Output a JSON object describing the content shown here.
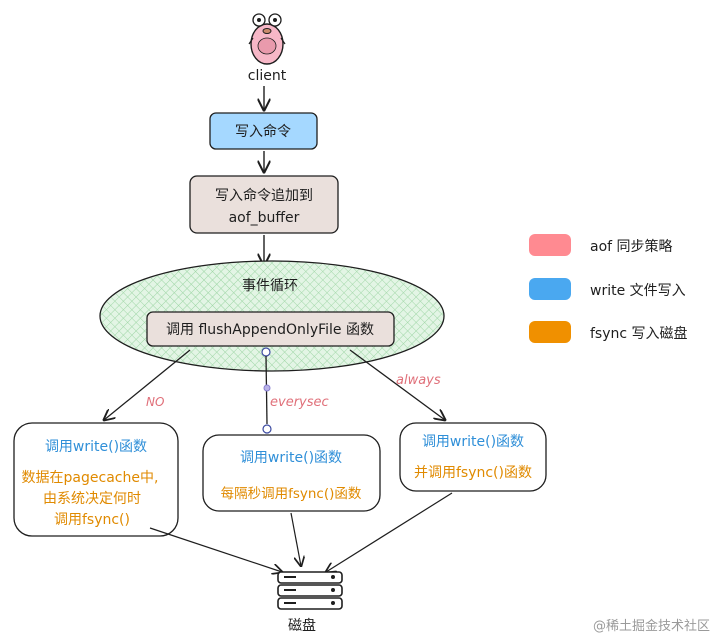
{
  "client": {
    "label": "client"
  },
  "nodes": {
    "write_cmd": "写入命令",
    "append_line1": "写入命令追加到",
    "append_line2": "aof_buffer",
    "event_loop": "事件循环",
    "flush_fn": "调用 flushAppendOnlyFile 函数",
    "disk": "磁盘"
  },
  "edges": {
    "no": "NO",
    "everysec": "everysec",
    "always": "always"
  },
  "boxes": {
    "no": {
      "title": "调用write()函数",
      "line1": "数据在pagecache中,",
      "line2": "由系统决定何时",
      "line3": "调用fsync()"
    },
    "everysec": {
      "title": "调用write()函数",
      "line1": "每隔秒调用fsync()函数"
    },
    "always": {
      "title": "调用write()函数",
      "line1": "并调用fsync()函数"
    }
  },
  "legend": [
    {
      "color": "#ff8a91",
      "text": "aof 同步策略"
    },
    {
      "color": "#4aa8f0",
      "text": "write 文件写入"
    },
    {
      "color": "#f09000",
      "text": "fsync 写入磁盘"
    }
  ],
  "colors": {
    "blue_box": "#a5d8ff",
    "tan_box": "#eae0dc",
    "ellipse": "#d8f0da",
    "accent_blue": "#2f8fd8",
    "accent_orange": "#e08a00",
    "accent_pink": "#e0707a"
  },
  "watermark": "@稀土掘金技术社区"
}
